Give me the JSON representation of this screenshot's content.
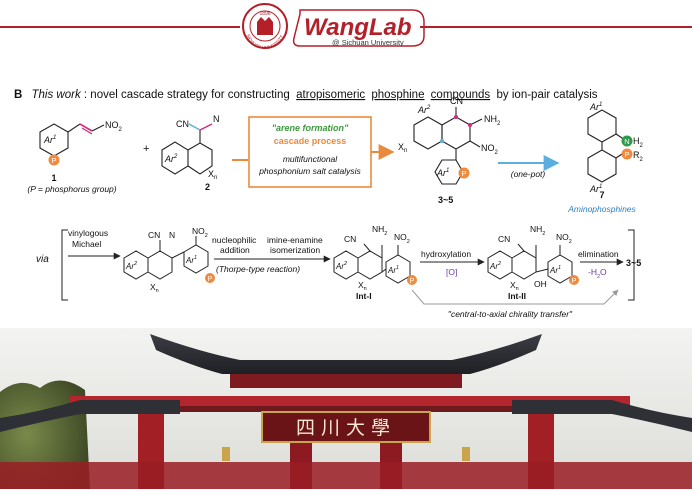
{
  "header": {
    "seal_text": "SICHUAN UNIVERSITY",
    "seal_year": "1896",
    "logo_text": "WangLab",
    "logo_subtitle": "@ Sichuan University"
  },
  "panel": {
    "label": "B",
    "title_prefix": "This work",
    "title_rest": ": novel cascade strategy for constructing ",
    "title_u1": "atropisomeric",
    "title_u2": "phosphine",
    "title_u3": "compounds",
    "title_suffix": " by ion-pair catalysis"
  },
  "scheme": {
    "p_atom": "P",
    "nitro": "NO",
    "nitro_sub": "2",
    "cn": "CN",
    "n": "N",
    "x": "X",
    "n_sub": "n",
    "nh2": "NH",
    "nh2_sub": "2",
    "oh": "OH",
    "ar1": "Ar",
    "ar1_sup": "1",
    "ar2": "Ar",
    "ar2_sup": "2",
    "compound1": "1",
    "compound1_note": "(P = phosphorus group)",
    "plus": "+",
    "compound2": "2",
    "box_line1": "\"arene formation\"",
    "box_line2": "cascade process",
    "box_line3": "multifunctional",
    "box_line4": "phosphonium salt catalysis",
    "products": "3~5",
    "one_pot": "(one-pot)",
    "compound7": "7",
    "amino_label": "Aminophosphines",
    "r2": "R",
    "r2_sub": "2",
    "h2": "H",
    "h2_sub": "2",
    "via": "via",
    "step1a": "vinylogous",
    "step1b": "Michael",
    "step2a": "nucleophilic",
    "step2b": "addition",
    "step3a": "imine-enamine",
    "step3b": "isomerization",
    "step23": "(Thorpe-type reaction)",
    "int1": "Int-I",
    "step4": "hydroxylation",
    "step4b": "[O]",
    "int2": "Int-II",
    "step5": "elimination",
    "step5b": "-H",
    "step5b_sub": "2",
    "step5b_end": "O",
    "transfer": "\"central-to-axial chirality transfer\"",
    "gate_text": "四川大學"
  },
  "colors": {
    "brand_red": "#b3202a",
    "box_orange": "#e98a3c",
    "box_green": "#3d9a3d",
    "arrow_blue": "#5aaee0",
    "p_orange": "#f08a3c",
    "magenta": "#d6287a",
    "green_dot": "#2f9a4a",
    "amino_blue": "#2e7fc1"
  }
}
